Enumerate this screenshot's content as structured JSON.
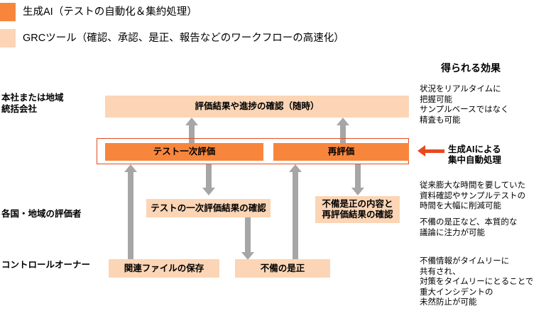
{
  "legend": {
    "items": [
      {
        "swatch_color": "#F7863C",
        "label": "生成AI（テストの自動化＆集約処理）",
        "icon": "legend-swatch-icon"
      },
      {
        "swatch_color": "#FBD5B5",
        "label": "GRCツール（確認、承認、是正、報告などのワークフローの高速化）",
        "icon": "legend-swatch-icon"
      }
    ]
  },
  "swimlanes": [
    {
      "key": "hq",
      "label": "本社または地域\n統括会社"
    },
    {
      "key": "evaluators",
      "label": "各国・地域の評価者"
    },
    {
      "key": "control_owner",
      "label": "コントロールオーナー"
    }
  ],
  "flow": {
    "top_box": {
      "label": "評価結果や進捗の確認（随時）",
      "color": "#FBD5B5"
    },
    "ai_group": {
      "border_color": "#E8491E",
      "boxes": [
        {
          "label": "テスト一次評価",
          "color": "#F7863C"
        },
        {
          "label": "再評価",
          "color": "#F7863C"
        }
      ]
    },
    "middle_boxes": [
      {
        "label": "テストの一次評価結果の確認",
        "color": "#FBD5B5"
      },
      {
        "label": "不備是正の内容と\n再評価結果の確認",
        "color": "#FBD5B5"
      }
    ],
    "bottom_boxes": [
      {
        "label": "関連ファイルの保存",
        "color": "#FBD5B5"
      },
      {
        "label": "不備の是正",
        "color": "#FBD5B5"
      }
    ],
    "arrow_color": "#A6A6A6"
  },
  "callout": {
    "label": "生成AIによる\n集中自動処理",
    "arrow_color": "#E8491E"
  },
  "effects": {
    "title": "得られる効果",
    "blocks": [
      {
        "text": "状況をリアルタイムに\n把握可能\nサンプルベースではなく\n精査も可能"
      },
      {
        "text": "従来膨大な時間を要していた\n資料確認やサンプルテストの\n時間を大幅に削減可能"
      },
      {
        "text": "不備の是正など、本質的な\n議論に注力が可能"
      },
      {
        "text": "不備情報がタイムリーに\n共有され、\n対策をタイムリーにとることで\n重大インシデントの\n未然防止が可能"
      }
    ]
  }
}
